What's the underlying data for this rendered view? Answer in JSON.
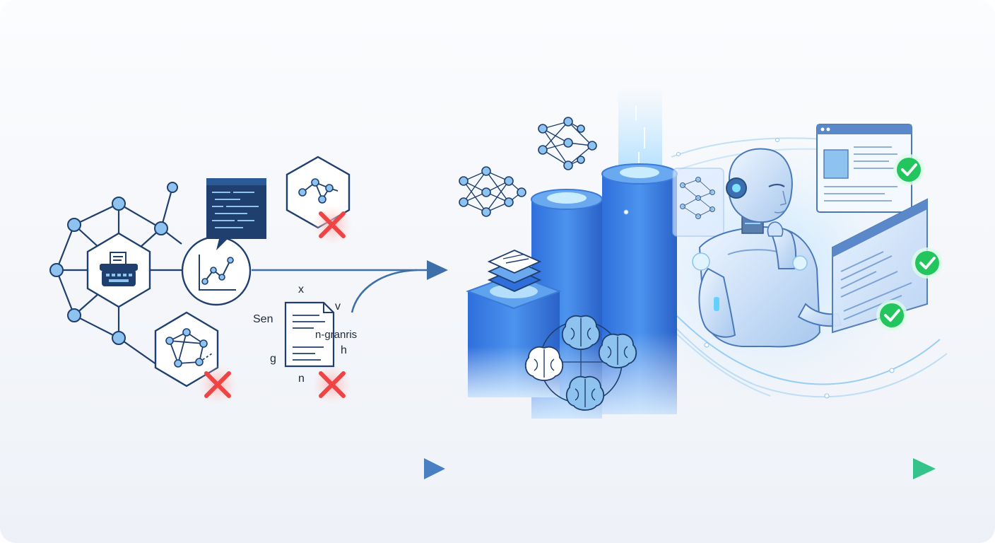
{
  "doc_labels": {
    "x": "x",
    "v": "v",
    "sen": "Sen",
    "ngrams": "n-granris",
    "h": "h",
    "g": "g",
    "n": "n"
  },
  "icons": {
    "typewriter": "typewriter-icon",
    "chart": "line-chart-icon",
    "code": "code-window-icon",
    "failure": "red-x-icon",
    "success": "green-check-icon",
    "neural_net": "neural-network-icon",
    "brain": "brain-icon",
    "robot": "robot-thinking-icon"
  },
  "colors": {
    "outline": "#1f3f6e",
    "node_fill": "#8ec3ef",
    "failure": "#ef4444",
    "success": "#22c55e",
    "pillar_blue": "#2d78e0",
    "glow": "#bfe6ff"
  }
}
